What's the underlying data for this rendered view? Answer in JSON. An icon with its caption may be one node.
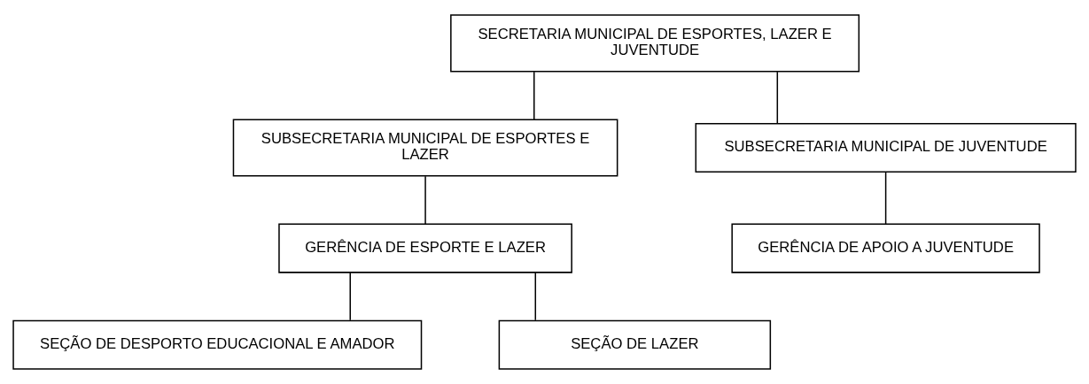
{
  "diagram": {
    "nodes": [
      {
        "text": [
          "SECRETARIA MUNICIPAL DE ESPORTES, LAZER E JUVENTUDE"
        ]
      },
      {
        "text": [
          "SUBSECRETARIA MUNICIPAL DE ESPORTES E LAZER"
        ]
      },
      {
        "text": [
          "SUBSECRETARIA MUNICIPAL DE JUVENTUDE"
        ]
      },
      {
        "text": [
          "GERÊNCIA DE ESPORTE E LAZER"
        ]
      },
      {
        "text": [
          "GERÊNCIA DE APOIO A JUVENTUDE"
        ]
      },
      {
        "text": [
          "SEÇÃO DE DESPORTO EDUCACIONAL E AMADOR"
        ]
      },
      {
        "text": [
          "SEÇÃO DE LAZER"
        ]
      }
    ],
    "edges": [
      {
        "from": 0,
        "to": 1,
        "arrow": "none"
      },
      {
        "from": 0,
        "to": 2,
        "arrow": "none"
      },
      {
        "from": 1,
        "to": 3,
        "arrow": "none"
      },
      {
        "from": 2,
        "to": 4,
        "arrow": "none"
      },
      {
        "from": 3,
        "to": 5,
        "arrow": "none"
      },
      {
        "from": 3,
        "to": 6,
        "arrow": "none"
      }
    ]
  }
}
